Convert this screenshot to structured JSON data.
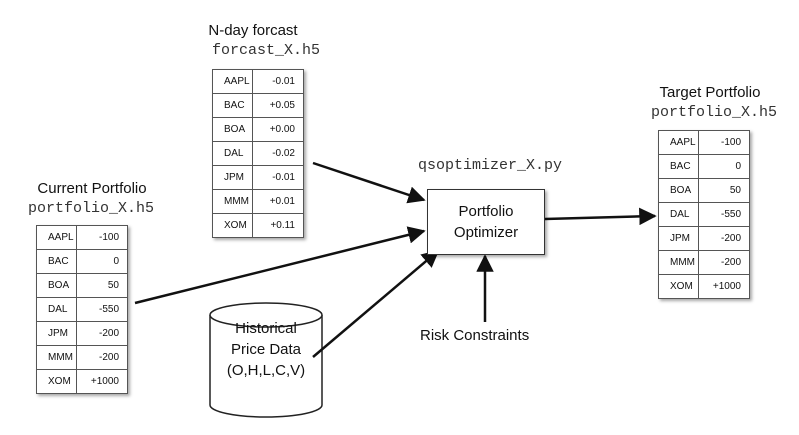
{
  "forecast": {
    "title": "N-day forcast",
    "file": "forcast_X.h5",
    "rows": [
      {
        "ticker": "AAPL",
        "value": "-0.01"
      },
      {
        "ticker": "BAC",
        "value": "+0.05"
      },
      {
        "ticker": "BOA",
        "value": "+0.00"
      },
      {
        "ticker": "DAL",
        "value": "-0.02"
      },
      {
        "ticker": "JPM",
        "value": "-0.01"
      },
      {
        "ticker": "MMM",
        "value": "+0.01"
      },
      {
        "ticker": "XOM",
        "value": "+0.11"
      }
    ]
  },
  "current": {
    "title": "Current Portfolio",
    "file": "portfolio_X.h5",
    "rows": [
      {
        "ticker": "AAPL",
        "value": "-100"
      },
      {
        "ticker": "BAC",
        "value": "0"
      },
      {
        "ticker": "BOA",
        "value": "50"
      },
      {
        "ticker": "DAL",
        "value": "-550"
      },
      {
        "ticker": "JPM",
        "value": "-200"
      },
      {
        "ticker": "MMM",
        "value": "-200"
      },
      {
        "ticker": "XOM",
        "value": "+1000"
      }
    ]
  },
  "target": {
    "title": "Target Portfolio",
    "file": "portfolio_X.h5",
    "rows": [
      {
        "ticker": "AAPL",
        "value": "-100"
      },
      {
        "ticker": "BAC",
        "value": "0"
      },
      {
        "ticker": "BOA",
        "value": "50"
      },
      {
        "ticker": "DAL",
        "value": "-550"
      },
      {
        "ticker": "JPM",
        "value": "-200"
      },
      {
        "ticker": "MMM",
        "value": "-200"
      },
      {
        "ticker": "XOM",
        "value": "+1000"
      }
    ]
  },
  "optimizer": {
    "script": "qsoptimizer_X.py",
    "line1": "Portfolio",
    "line2": "Optimizer"
  },
  "historical": {
    "line1": "Historical",
    "line2": "Price Data",
    "line3": "(O,H,L,C,V)"
  },
  "risk_label": "Risk Constraints"
}
